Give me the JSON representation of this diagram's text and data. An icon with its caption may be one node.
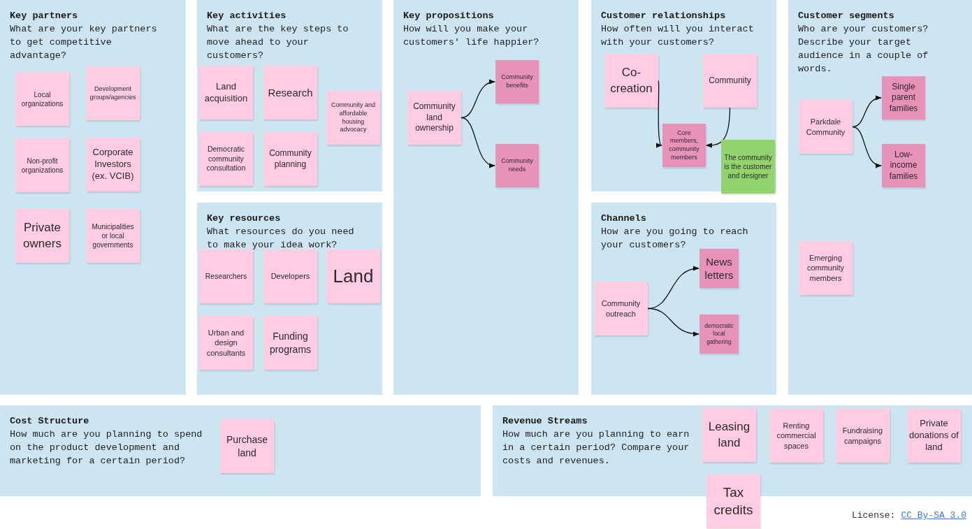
{
  "diagram": {
    "nodes": [
      {
        "text": [
          "Key partners",
          "What are your key partners to get competitive advantage?"
        ]
      },
      {
        "text": [
          "Local organizations"
        ],
        "in": 0
      },
      {
        "text": [
          "Development groups/agencies"
        ],
        "in": 0
      },
      {
        "text": [
          "Non-profit organizations"
        ],
        "in": 0
      },
      {
        "text": [
          "Corporate Investors (ex. VCIB)"
        ],
        "in": 0
      },
      {
        "text": [
          "Private owners"
        ],
        "in": 0
      },
      {
        "text": [
          "Municipalities or local governments"
        ],
        "in": 0
      },
      {
        "text": [
          "Key activities",
          "What are the key steps to move ahead to your customers?"
        ]
      },
      {
        "text": [
          "Land acquisition"
        ],
        "in": 7
      },
      {
        "text": [
          "Research"
        ],
        "in": 7
      },
      {
        "text": [
          "Community and affordable housing advocacy"
        ],
        "in": 7
      },
      {
        "text": [
          "Democratic community consultation"
        ],
        "in": 7
      },
      {
        "text": [
          "Community planning"
        ],
        "in": 7
      },
      {
        "text": [
          "Key resources",
          "What resources do you need to make your idea work?"
        ]
      },
      {
        "text": [
          "Researchers"
        ],
        "in": 13
      },
      {
        "text": [
          "Developers"
        ],
        "in": 13
      },
      {
        "text": [
          "Land"
        ],
        "in": 13
      },
      {
        "text": [
          "Urban and design consultants"
        ],
        "in": 13
      },
      {
        "text": [
          "Funding programs"
        ],
        "in": 13
      },
      {
        "text": [
          "Key propositions",
          "How will you make your customers' life happier?"
        ]
      },
      {
        "text": [
          "Community land ownership"
        ],
        "in": 19
      },
      {
        "text": [
          "Community benefits"
        ],
        "in": 19
      },
      {
        "text": [
          "Community needs"
        ],
        "in": 19
      },
      {
        "text": [
          "Customer relationships",
          "How often will you interact with your customers?"
        ]
      },
      {
        "text": [
          "Co-creation"
        ],
        "in": 23
      },
      {
        "text": [
          "Community"
        ],
        "in": 23
      },
      {
        "text": [
          "Core members, community members"
        ],
        "in": 23
      },
      {
        "text": [
          "The community is the customer and designer"
        ],
        "in": 23
      },
      {
        "text": [
          "Channels",
          "How are you going to reach your customers?"
        ]
      },
      {
        "text": [
          "Community outreach"
        ],
        "in": 28
      },
      {
        "text": [
          "News letters"
        ],
        "in": 28
      },
      {
        "text": [
          "democratic local gathering"
        ],
        "in": 28
      },
      {
        "text": [
          "Customer segments",
          "Who are your customers? Describe your target audience in a couple of words."
        ]
      },
      {
        "text": [
          "Parkdale Community"
        ],
        "in": 32
      },
      {
        "text": [
          "Single parent families"
        ],
        "in": 32
      },
      {
        "text": [
          "Low-income families"
        ],
        "in": 32
      },
      {
        "text": [
          "Emerging community members"
        ],
        "in": 32
      },
      {
        "text": [
          "Cost Structure",
          "How much are you planning to spend on the product development and marketing for a certain period?"
        ]
      },
      {
        "text": [
          "Purchase land"
        ],
        "in": 37
      },
      {
        "text": [
          "Revenue Streams",
          "How much are you planning to earn in a certain period? Compare your costs and revenues."
        ]
      },
      {
        "text": [
          "Leasing land"
        ],
        "in": 39
      },
      {
        "text": [
          "Renting commercial spaces"
        ],
        "in": 39
      },
      {
        "text": [
          "Fundraising campaigns"
        ],
        "in": 39
      },
      {
        "text": [
          "Private donations of land"
        ],
        "in": 39
      },
      {
        "text": [
          "Tax credits"
        ]
      }
    ],
    "edges": [
      {
        "from": 20,
        "to": 21,
        "arrow": "to"
      },
      {
        "from": 20,
        "to": 22,
        "arrow": "to"
      },
      {
        "from": 24,
        "to": 26,
        "arrow": "to"
      },
      {
        "from": 25,
        "to": 26,
        "arrow": "to"
      },
      {
        "from": 29,
        "to": 30,
        "arrow": "to"
      },
      {
        "from": 29,
        "to": 31,
        "arrow": "to"
      },
      {
        "from": 33,
        "to": 34,
        "arrow": "to"
      },
      {
        "from": 33,
        "to": 35,
        "arrow": "to"
      }
    ],
    "labels": [
      "License:",
      "CC By-SA 3.0"
    ]
  }
}
